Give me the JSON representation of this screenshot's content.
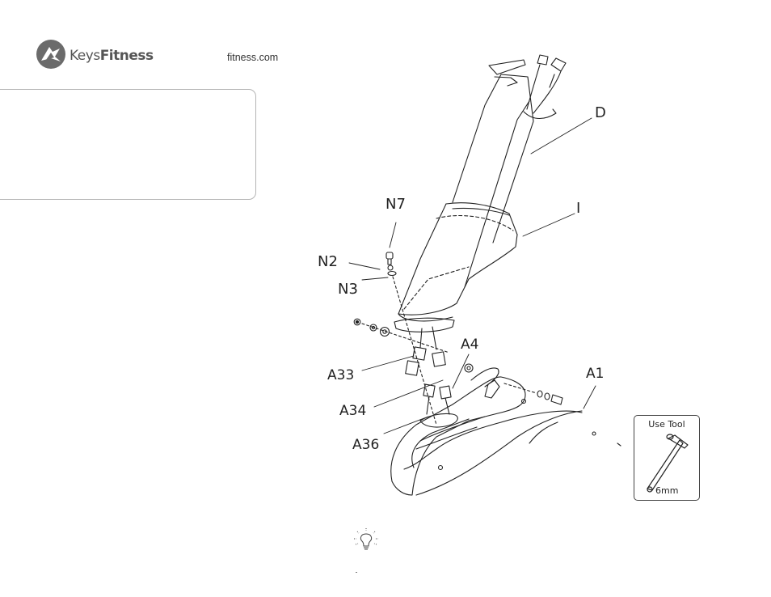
{
  "header": {
    "brand_name_part1": "Keys",
    "brand_name_part2": "Fitness",
    "website": "fitness.com"
  },
  "figure": {
    "part_labels": {
      "D": "D",
      "I": "I",
      "N7": "N7",
      "N2": "N2",
      "N3": "N3",
      "A4": "A4",
      "A33": "A33",
      "A34": "A34",
      "A36": "A36",
      "A1": "A1"
    }
  },
  "tool_callout": {
    "title": "Use Tool",
    "size": "6mm"
  },
  "icons": {
    "logo": "keys-fitness-logo-icon",
    "tip": "lightbulb-icon",
    "tool": "hex-key-icon"
  }
}
